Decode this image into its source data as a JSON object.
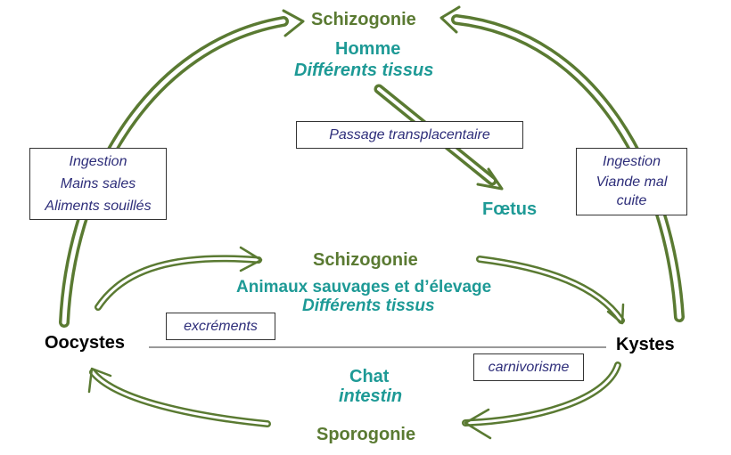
{
  "top": {
    "stage": "Schizogonie",
    "host": "Homme",
    "tissue": "Différents tissus"
  },
  "transplacental": {
    "label": "Passage transplacentaire",
    "target": "Fœtus"
  },
  "left_box": {
    "lines": [
      "Ingestion",
      "Mains sales",
      "Aliments souillés"
    ]
  },
  "right_box": {
    "lines": [
      "Ingestion",
      "Viande mal",
      "cuite"
    ]
  },
  "middle": {
    "stage": "Schizogonie",
    "host": "Animaux sauvages et d’élevage",
    "tissue": "Différents tissus"
  },
  "nodes": {
    "left": "Oocystes",
    "right": "Kystes"
  },
  "mid_boxes": {
    "left": "excréments",
    "right": "carnivorisme"
  },
  "bottom": {
    "host": "Chat",
    "organ": "intestin",
    "stage": "Sporogonie"
  },
  "colors": {
    "arrow_green": "#5a7a32",
    "label_green": "#5a7a32",
    "label_teal": "#1e9a96",
    "box_text": "#2e2e7a"
  }
}
